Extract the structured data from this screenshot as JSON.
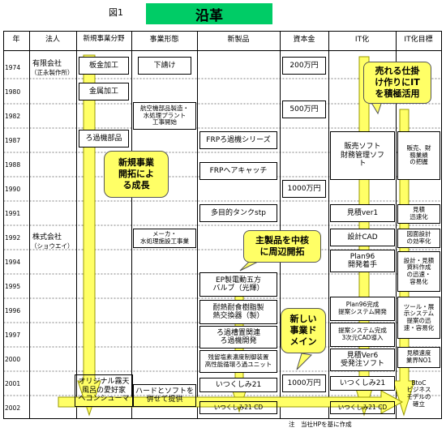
{
  "figure_label": "図1",
  "title": "沿革",
  "colors": {
    "title_bg": "#00cc66",
    "arrow_fill": "#ffff66",
    "arrow_stroke": "#999900"
  },
  "headers": [
    "年",
    "法人",
    "新規事業分野",
    "事業形態",
    "新製品",
    "資本金",
    "IT化",
    "IT化目標"
  ],
  "years": [
    "1974",
    "1980",
    "1982",
    "1987",
    "1988",
    "1990",
    "1991",
    "1992",
    "1994",
    "1995",
    "1996",
    "1997",
    "2000",
    "2001",
    "2002"
  ],
  "hojin": {
    "yugen": "有限会社",
    "yugen_sub": "（正永製作所）",
    "kabu": "株式会社",
    "kabu_sub": "（ショウエイ）"
  },
  "shinki": {
    "bankin": "板金加工",
    "kinzoku": "金属加工",
    "roka": "ろ過機部品",
    "original_1": "オリジナル霧天",
    "original_2": "風呂の愛好家",
    "original_3": "へコンシューマ"
  },
  "keitai": {
    "shitauke": "下請け",
    "kokuki_1": "航空機部品製造・",
    "kokuki_2": "水処理プラント",
    "kokuki_3": "工事開始",
    "maker_1": "メーカ・",
    "maker_2": "水処理施設工事業",
    "hard_1": "ハードとソフトを",
    "hard_2": "併せて提供"
  },
  "seihin": {
    "frp_roka": "FRPろ過機シリーズ",
    "frp_hair": "FRPヘアキャッチ",
    "tamokuteki": "多目的タンクstp",
    "ep_1": "EP製電動五方",
    "ep_2": "バルブ（光輝）",
    "tainetsu_1": "耐熱耐食樹脂製",
    "tainetsu_2": "熱交換器（製）",
    "rokazai_1": "ろ過槽置関連",
    "rokazai_2": "ろ過機開発",
    "zanryu_1": "残留塩素濃度制御装置",
    "zanryu_2": "高性能循環ろ過ユニット",
    "itsukushimi": "いつくしみ21",
    "itsukushimi_cd": "いつくしみ21 CD"
  },
  "shihon": {
    "c200": "200万円",
    "c500": "500万円",
    "c1000": "1000万円",
    "c1000b": "1000万円"
  },
  "itka": {
    "hanbai_1": "販売ソフト",
    "hanbai_2": "財務管理ソフ",
    "hanbai_3": "ト",
    "mitsumori1": "見積ver1",
    "cad": "設計CAD",
    "plan96_1": "Plan96",
    "plan96_2": "開発着手",
    "plan96k_1": "Plan96完成",
    "plan96k_2": "提案システム開発",
    "teian_1": "提案システム完成",
    "teian_2": "3次元CAD導入",
    "mitsumori6_1": "見積Ver6",
    "mitsumori6_2": "受発注ソフト",
    "itsu21": "いつくしみ21",
    "itsu21cd": "いつくしみ21 CD"
  },
  "mokuhyo": {
    "hanbai_1": "販売、財",
    "hanbai_2": "務業績",
    "hanbai_3": "の把握",
    "mitsumori_1": "見積",
    "mitsumori_2": "迅速化",
    "zumen_1": "図面設計",
    "zumen_2": "の効率化",
    "sekkei_1": "設計・見積",
    "sekkei_2": "資料作成",
    "sekkei_3": "の迅速・",
    "sekkei_4": "容易化",
    "tool_1": "ツール・展",
    "tool_2": "示システム",
    "tool_3": "提案の迅",
    "tool_4": "速・容易化",
    "jinsoku_1": "見積速度",
    "jinsoku_2": "業界NO1",
    "btoc_1": "BtoC",
    "btoc_2": "ビジネス",
    "btoc_3": "モデルの",
    "btoc_4": "確立"
  },
  "callouts": {
    "shinki": [
      "新規事業",
      "開拓によ",
      "る成長"
    ],
    "shuryoku": [
      "主製品を中核",
      "に周辺開拓"
    ],
    "atarashii": [
      "新しい",
      "事業ド",
      "メイン"
    ],
    "ureru": [
      "売れる仕掛",
      "け作りにIT",
      "を積極活用"
    ]
  },
  "note": "注　当社HPを基に作成"
}
